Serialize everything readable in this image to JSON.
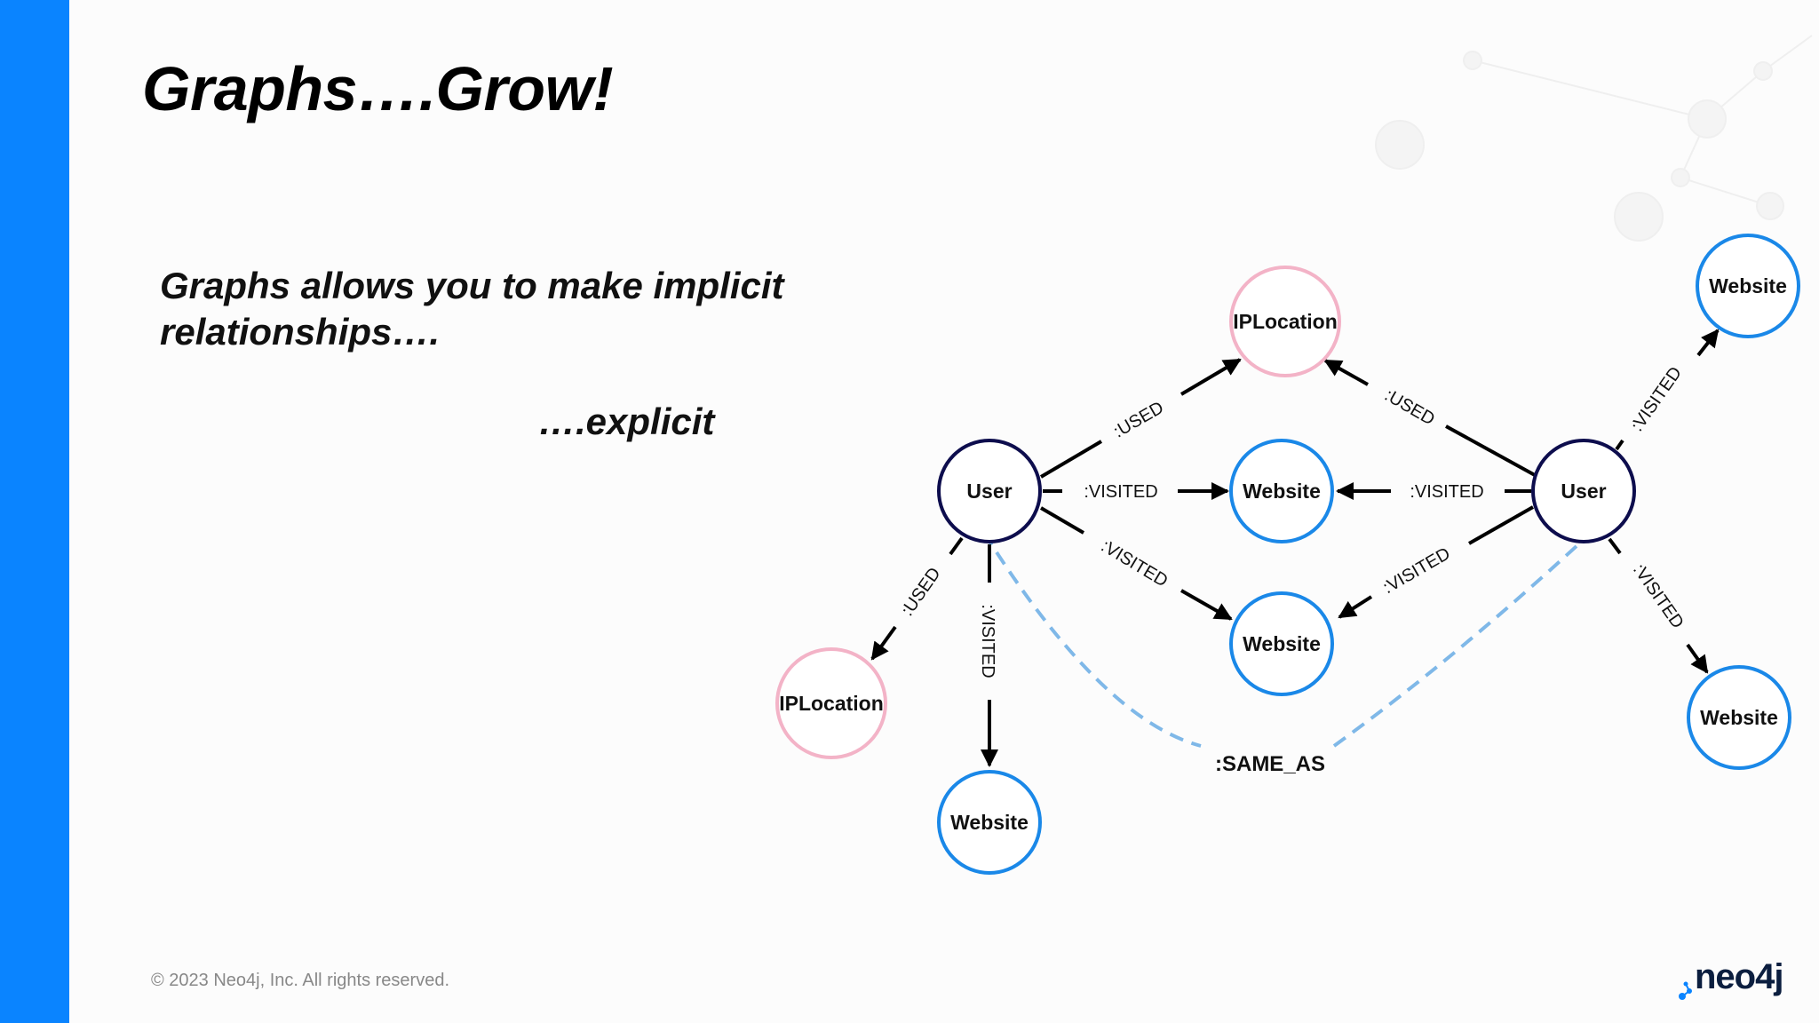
{
  "slide": {
    "title": "Graphs….Grow!",
    "subtitle": "Graphs allows you to make implicit relationships….",
    "explicit": "….explicit",
    "footer": "© 2023 Neo4j, Inc. All rights reserved.",
    "logo": "neo4j"
  },
  "colors": {
    "sidebar": "#0a84ff",
    "user_stroke": "#0d0d4d",
    "website_stroke": "#1a88e8",
    "iplocation_stroke": "#f3b3c7",
    "same_as_dash": "#7fb8e8"
  },
  "diagram": {
    "nodes": [
      {
        "id": "user1",
        "label": "User",
        "type": "user"
      },
      {
        "id": "user2",
        "label": "User",
        "type": "user"
      },
      {
        "id": "ip1",
        "label": "IPLocation",
        "type": "iplocation"
      },
      {
        "id": "ip2",
        "label": "IPLocation",
        "type": "iplocation"
      },
      {
        "id": "web_mid",
        "label": "Website",
        "type": "website"
      },
      {
        "id": "web_low",
        "label": "Website",
        "type": "website"
      },
      {
        "id": "web_bottom",
        "label": "Website",
        "type": "website"
      },
      {
        "id": "web_tr",
        "label": "Website",
        "type": "website"
      },
      {
        "id": "web_br",
        "label": "Website",
        "type": "website"
      }
    ],
    "edges": [
      {
        "from": "user1",
        "to": "ip1",
        "label": ":USED"
      },
      {
        "from": "user1",
        "to": "web_mid",
        "label": ":VISITED"
      },
      {
        "from": "user1",
        "to": "web_low",
        "label": ":VISITED"
      },
      {
        "from": "user1",
        "to": "ip2",
        "label": ":USED"
      },
      {
        "from": "user1",
        "to": "web_bottom",
        "label": ":VISITED"
      },
      {
        "from": "user2",
        "to": "ip1",
        "label": ":USED"
      },
      {
        "from": "user2",
        "to": "web_mid",
        "label": ":VISITED"
      },
      {
        "from": "user2",
        "to": "web_low",
        "label": ":VISITED"
      },
      {
        "from": "user2",
        "to": "web_tr",
        "label": ":VISITED"
      },
      {
        "from": "user2",
        "to": "web_br",
        "label": ":VISITED"
      }
    ],
    "same_as_label": ":SAME_AS"
  }
}
